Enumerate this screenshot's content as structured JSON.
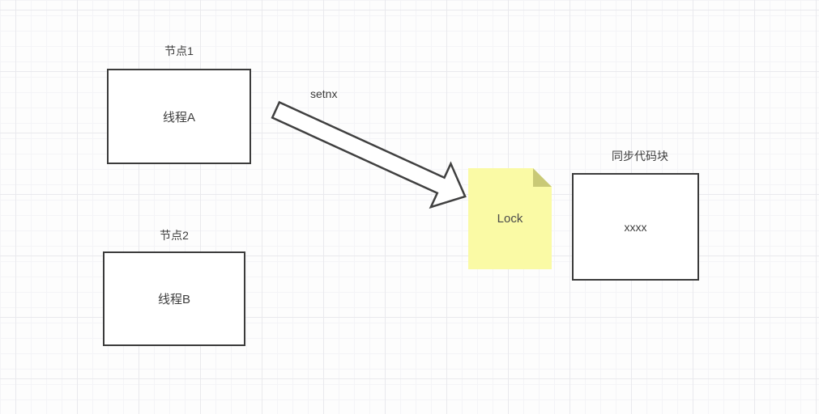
{
  "diagram": {
    "node1": {
      "title": "节点1",
      "body": "线程A"
    },
    "node2": {
      "title": "节点2",
      "body": "线程B"
    },
    "arrow": {
      "label": "setnx"
    },
    "lock_note": {
      "text": "Lock",
      "fill": "#fafaa5",
      "fold_color": "#c9c976"
    },
    "sync_block": {
      "title": "同步代码块",
      "body": "xxxx"
    },
    "colors": {
      "shape_stroke": "#3b3b3b",
      "arrow_stroke": "#404040",
      "text": "#3d3d3d",
      "background": "#fdfdfd",
      "grid_minor": "#f4f4f7",
      "grid_major": "#e9e9ed"
    }
  }
}
